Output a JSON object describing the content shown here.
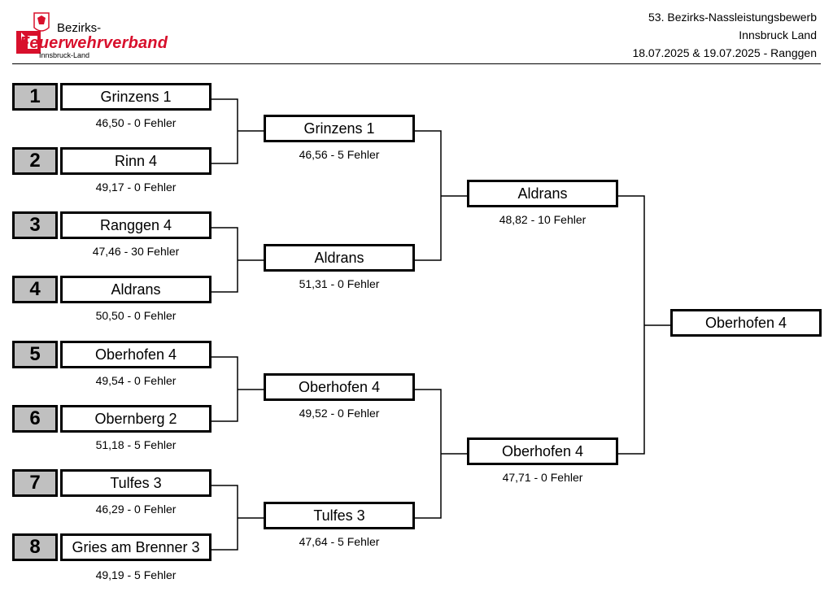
{
  "header": {
    "logo": {
      "line1": "Bezirks-",
      "line2": "Feuerwehrverband",
      "line3": "Innsbruck-Land"
    },
    "event": "53. Bezirks-Nassleistungsbewerb",
    "region": "Innsbruck Land",
    "date_place": "18.07.2025 & 19.07.2025 - Ranggen"
  },
  "round1": [
    {
      "seed": "1",
      "team": "Grinzens 1",
      "result": "46,50 - 0 Fehler"
    },
    {
      "seed": "2",
      "team": "Rinn 4",
      "result": "49,17 - 0 Fehler"
    },
    {
      "seed": "3",
      "team": "Ranggen 4",
      "result": "47,46 - 30 Fehler"
    },
    {
      "seed": "4",
      "team": "Aldrans",
      "result": "50,50 - 0 Fehler"
    },
    {
      "seed": "5",
      "team": "Oberhofen 4",
      "result": "49,54 - 0 Fehler"
    },
    {
      "seed": "6",
      "team": "Obernberg 2",
      "result": "51,18 - 5 Fehler"
    },
    {
      "seed": "7",
      "team": "Tulfes 3",
      "result": "46,29 - 0 Fehler"
    },
    {
      "seed": "8",
      "team": "Gries am Brenner 3",
      "result": "49,19 - 5 Fehler"
    }
  ],
  "round2": [
    {
      "team": "Grinzens 1",
      "result": "46,56 - 5 Fehler"
    },
    {
      "team": "Aldrans",
      "result": "51,31 - 0 Fehler"
    },
    {
      "team": "Oberhofen 4",
      "result": "49,52 - 0 Fehler"
    },
    {
      "team": "Tulfes 3",
      "result": "47,64 - 5 Fehler"
    }
  ],
  "round3": [
    {
      "team": "Aldrans",
      "result": "48,82 - 10 Fehler"
    },
    {
      "team": "Oberhofen 4",
      "result": "47,71 - 0 Fehler"
    }
  ],
  "final": {
    "team": "Oberhofen 4"
  }
}
